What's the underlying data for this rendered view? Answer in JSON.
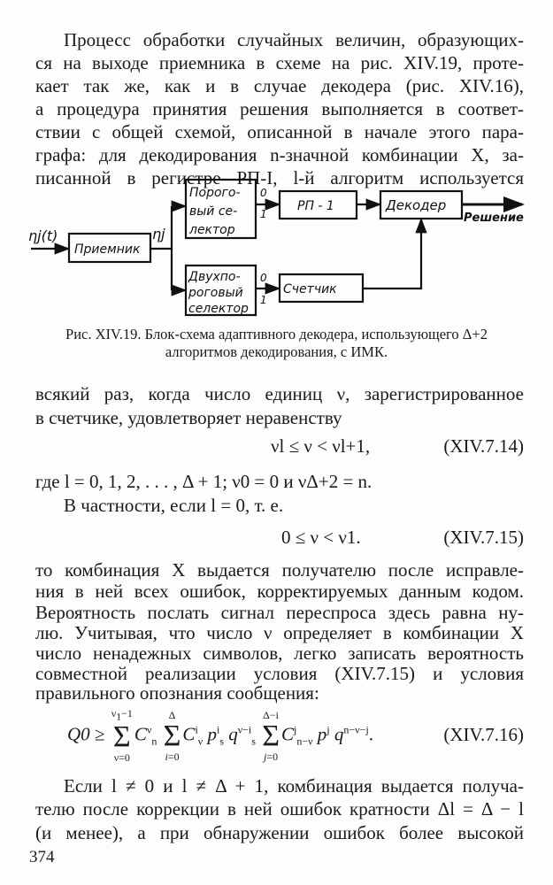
{
  "paragraph1": [
    "Процесс обработки случайных величин, образующих-",
    "ся на выходе приемника в схеме на рис. XIV.19, проте-",
    "кает так же, как и в случае декодера (рис. XIV.16),",
    "а процедура принятия решения выполняется в соответ-",
    "ствии с общей схемой, описанной в начале этого пара-",
    "графа: для декодирования n-значной комбинации X, за-",
    "писанной в регистре РП-I, l-й алгоритм используется"
  ],
  "diagram": {
    "input_label": "ηj(t)",
    "receiver": "Приемник",
    "receiver_out": "ηj",
    "threshold_selector": [
      "Порого-",
      "вый се-",
      "лектор"
    ],
    "two_threshold_selector": [
      "Двухпо-",
      "роговый",
      "селектор"
    ],
    "register": "РП - 1",
    "decoder": "Декодер",
    "counter": "Счетчик",
    "output": "Решение",
    "out0": "0",
    "out1": "1"
  },
  "caption": [
    "Рис. XIV.19. Блок-схема адаптивного декодера, использующего Δ+2",
    "алгоритмов декодирования, с ИМК."
  ],
  "paragraph2": [
    "всякий раз, когда число единиц ν, зарегистрированное",
    "в счетчике, удовлетворяет неравенству"
  ],
  "eq14": {
    "text": "νl ≤ ν < νl+1,",
    "number": "(XIV.7.14)"
  },
  "where_line": "где l = 0, 1, 2, . . . , Δ + 1;  ν0 = 0  и  νΔ+2 = n.",
  "particular_line": "В частности, если l = 0, т. е.",
  "eq15": {
    "text": "0 ≤ ν < ν1.",
    "number": "(XIV.7.15)"
  },
  "paragraph3": [
    "то комбинация X выдается получателю после исправле-",
    "ния в ней всех ошибок, корректируемых данным кодом.",
    "Вероятность послать сигнал переспроса здесь равна ну-",
    "лю. Учитывая, что число ν определяет в комбинации X",
    "число ненадежных символов, легко записать вероятность",
    "совместной реализации условия (XIV.7.15) и условия",
    "правильного опознания сообщения:"
  ],
  "eq16": {
    "lhs": "Q0 ≥",
    "number": "(XIV.7.16)"
  },
  "paragraph4": [
    "Если l ≠ 0 и l ≠ Δ + 1, комбинация выдается получа-",
    "телю после коррекции в ней ошибок кратности Δl = Δ − l",
    "(и менее), а при обнаружении ошибок более высокой"
  ],
  "page_number": "374"
}
